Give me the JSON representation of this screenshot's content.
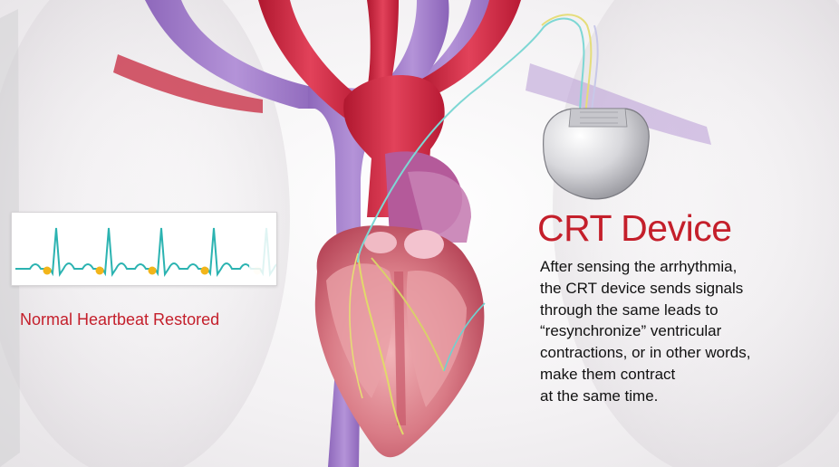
{
  "ecg_panel": {
    "caption": "Normal Heartbeat Restored",
    "beats_visible": 5
  },
  "info": {
    "title": "CRT Device",
    "description_lines": [
      "After sensing the arrhythmia,",
      "the CRT device sends signals",
      "through the same leads to",
      "“resynchronize” ventricular",
      "contractions, or in other words,",
      "make them contract",
      "at the same time."
    ]
  },
  "colors": {
    "title_red": "#c41f2b",
    "ecg_teal": "#2bb3b1",
    "pulse_dot": "#f2b51a",
    "artery_red": "#d0263f",
    "vein_purple": "#9d78c6",
    "device_silver": "#d9d9dc"
  }
}
